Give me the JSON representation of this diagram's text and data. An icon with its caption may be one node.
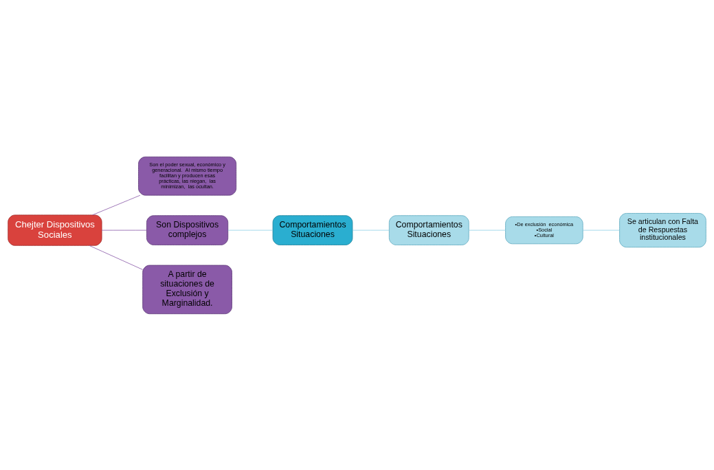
{
  "diagram": {
    "nodes": [
      {
        "text": [
          "Chejter Dispositivos Sociales"
        ]
      },
      {
        "text": [
          "Son el poder sexual, económico y generacional.  Al mismo tiempo facilitan y producen esas prácticas, las niegan,  las minimizan,  las ocultan."
        ]
      },
      {
        "text": [
          "Son Dispositivos complejos"
        ]
      },
      {
        "text": [
          "A partir de situaciones de Exclusión y Marginalidad."
        ]
      },
      {
        "text": [
          "Comportamientos",
          "Situaciones"
        ]
      },
      {
        "text": [
          "Comportamientos",
          "Situaciones"
        ]
      },
      {
        "text": [
          "•De exclusión  económica",
          "•Social",
          "•Cultural"
        ]
      },
      {
        "text": [
          "Se articulan con Falta de Respuestas institucionales"
        ]
      }
    ],
    "edges": [
      {
        "from": 0,
        "to": 1,
        "arrow": "none",
        "color": "#8a5aa8"
      },
      {
        "from": 0,
        "to": 2,
        "arrow": "none",
        "color": "#8a5aa8"
      },
      {
        "from": 0,
        "to": 3,
        "arrow": "none",
        "color": "#8a5aa8"
      },
      {
        "from": 2,
        "to": 4,
        "arrow": "none"
      },
      {
        "from": 4,
        "to": 5,
        "arrow": "none"
      },
      {
        "from": 5,
        "to": 6,
        "arrow": "none"
      },
      {
        "from": 6,
        "to": 7,
        "arrow": "none"
      }
    ]
  }
}
